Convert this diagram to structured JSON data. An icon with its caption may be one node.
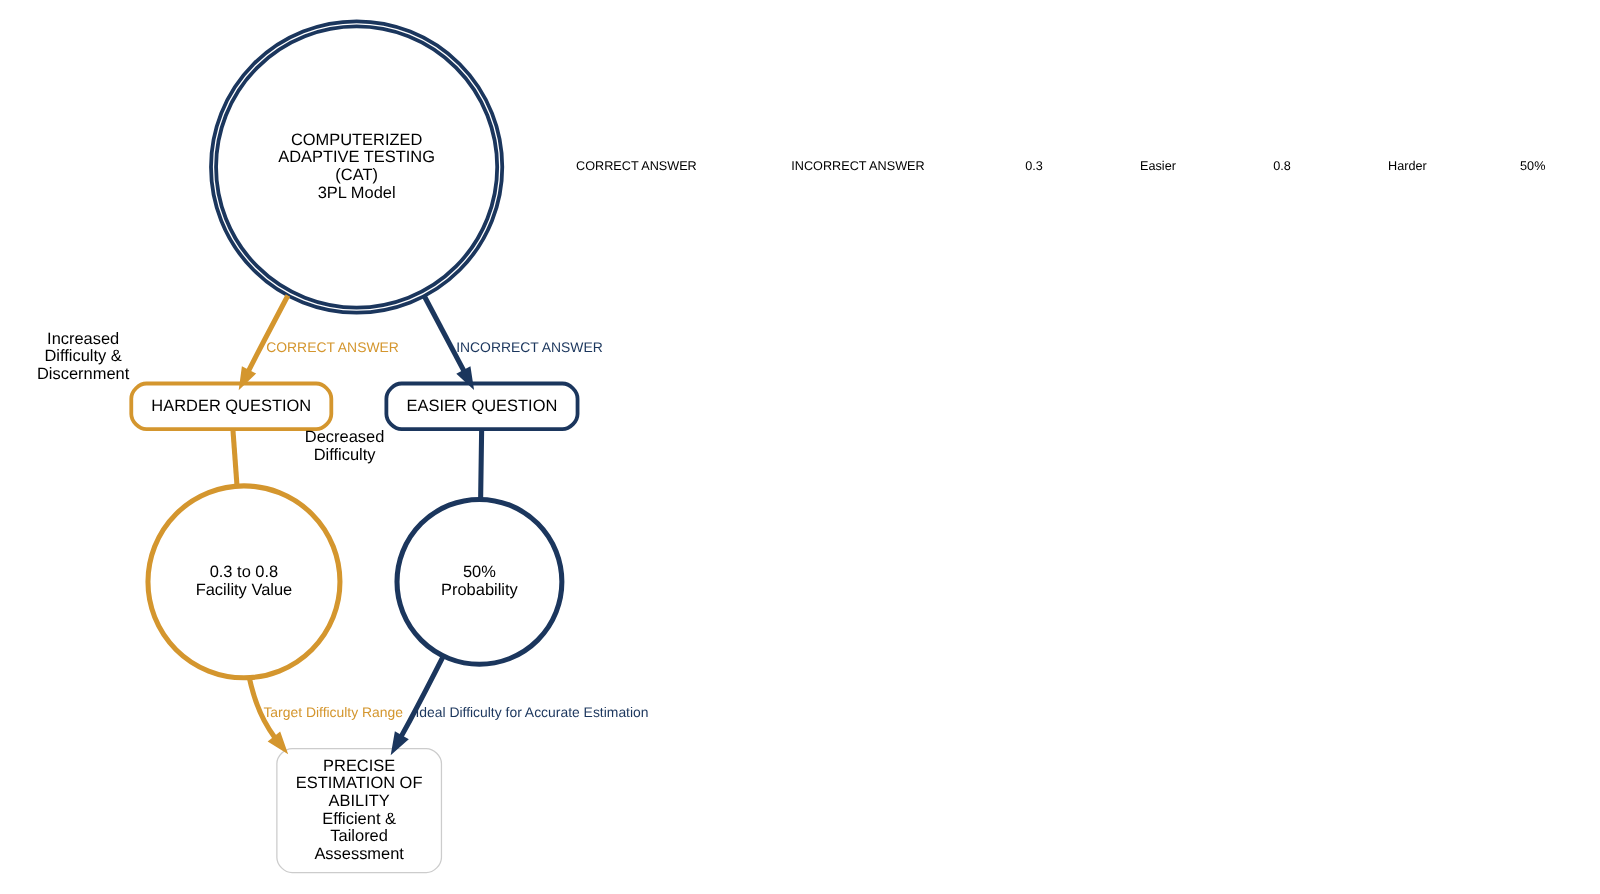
{
  "diagram": {
    "nodes": [
      {
        "text": [
          "COMPUTERIZED ADAPTIVE TESTING (CAT)",
          "3PL Model"
        ]
      },
      {
        "text": [
          "HARDER QUESTION"
        ],
        "beside": [
          "Increased Difficulty & Discernment"
        ]
      },
      {
        "text": [
          "EASIER QUESTION"
        ],
        "beside": [
          "Decreased Difficulty"
        ]
      },
      {
        "text": [
          "0.3 to 0.8",
          "Facility Value"
        ]
      },
      {
        "text": [
          "50%",
          "Probability"
        ]
      },
      {
        "text": [
          "PRECISE ESTIMATION OF ABILITY",
          "Efficient & Tailored Assessment"
        ]
      }
    ],
    "edges": [
      {
        "from": 0,
        "to": 1,
        "arrow": "to",
        "label": "CORRECT ANSWER",
        "color": "#d4962e"
      },
      {
        "from": 0,
        "to": 2,
        "arrow": "to",
        "label": "INCORRECT ANSWER",
        "color": "#1b365d"
      },
      {
        "from": 1,
        "to": 3,
        "arrow": "none",
        "color": "#d4962e"
      },
      {
        "from": 2,
        "to": 4,
        "arrow": "none",
        "color": "#1b365d"
      },
      {
        "from": 3,
        "to": 5,
        "arrow": "to",
        "label": "Target Difficulty Range",
        "color": "#d4962e"
      },
      {
        "from": 4,
        "to": 5,
        "arrow": "to",
        "label": "Ideal Difficulty for Accurate Estimation",
        "color": "#1b365d"
      }
    ],
    "labels": [
      "CORRECT ANSWER",
      "INCORRECT ANSWER",
      "0.3",
      "Easier",
      "0.8",
      "Harder",
      "50%"
    ]
  }
}
